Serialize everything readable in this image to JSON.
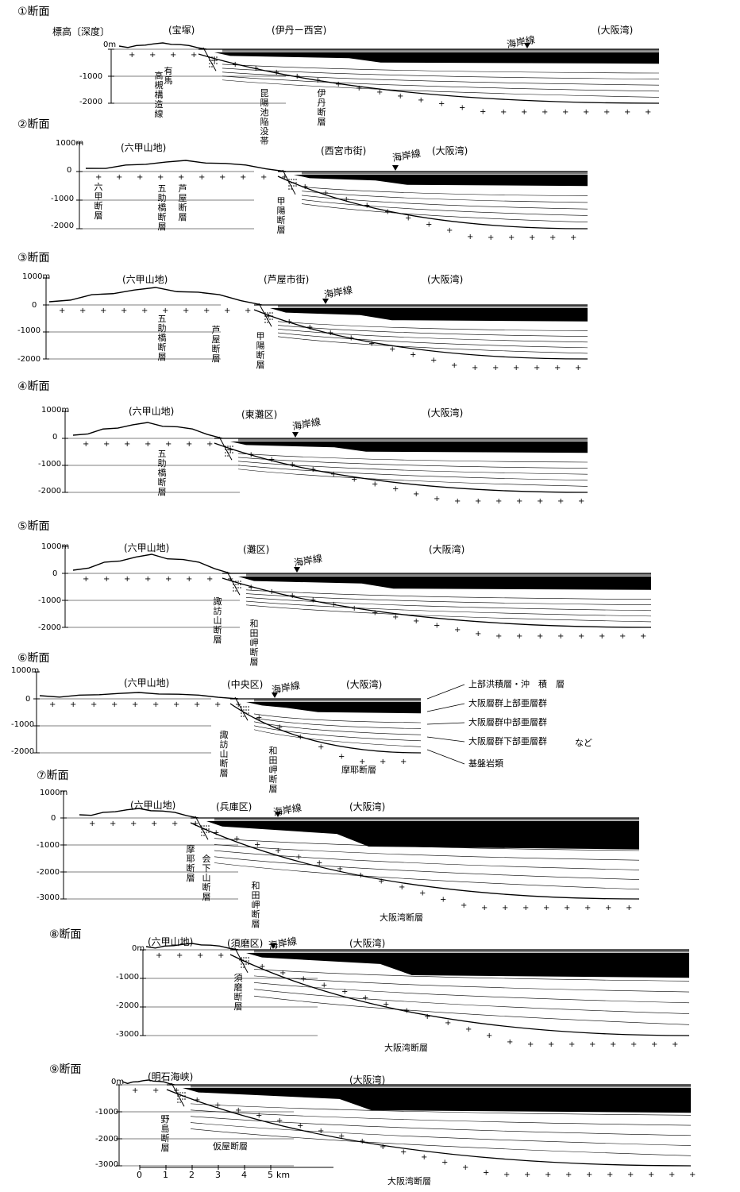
{
  "sections": [
    {
      "id": 1,
      "title": "①断面",
      "axis_title": "標高〔深度〕",
      "depth_ticks": [
        "0m",
        "-1000",
        "-2000"
      ],
      "places": [
        "(宝塚)",
        "(伊丹ー西宮)",
        "(大阪湾)"
      ],
      "coastline": "海岸線",
      "faults": [
        "有馬",
        "高槻構造線",
        "昆陽池陥没帯",
        "伊丹断層"
      ]
    },
    {
      "id": 2,
      "title": "②断面",
      "depth_ticks": [
        "1000m",
        "0",
        "-1000",
        "-2000"
      ],
      "places": [
        "(六甲山地)",
        "(西宮市街)",
        "(大阪湾)"
      ],
      "coastline": "海岸線",
      "faults": [
        "六甲断層",
        "五助橋断層",
        "芦屋断層",
        "甲陽断層"
      ]
    },
    {
      "id": 3,
      "title": "③断面",
      "depth_ticks": [
        "1000m",
        "0",
        "-1000",
        "-2000"
      ],
      "places": [
        "(六甲山地)",
        "(芦屋市街)",
        "(大阪湾)"
      ],
      "coastline": "海岸線",
      "faults": [
        "五助橋断層",
        "芦屋断層",
        "甲陽断層"
      ]
    },
    {
      "id": 4,
      "title": "④断面",
      "depth_ticks": [
        "1000m",
        "0",
        "-1000",
        "-2000"
      ],
      "places": [
        "(六甲山地)",
        "(東灘区)",
        "(大阪湾)"
      ],
      "coastline": "海岸線",
      "faults": [
        "五助橋断層"
      ]
    },
    {
      "id": 5,
      "title": "⑤断面",
      "depth_ticks": [
        "1000m",
        "0",
        "-1000",
        "-2000"
      ],
      "places": [
        "(六甲山地)",
        "(灘区)",
        "(大阪湾)"
      ],
      "coastline": "海岸線",
      "faults": [
        "諏訪山断層",
        "和田岬断層"
      ]
    },
    {
      "id": 6,
      "title": "⑥断面",
      "depth_ticks": [
        "1000m",
        "0",
        "-1000",
        "-2000"
      ],
      "places": [
        "(六甲山地)",
        "(中央区)",
        "(大阪湾)"
      ],
      "coastline": "海岸線",
      "faults": [
        "諏訪山断層",
        "和田岬断層",
        "摩耶断層"
      ],
      "legend": [
        "上部洪積層・沖　積　層",
        "大阪層群上部亜層群",
        "大阪層群中部亜層群",
        "大阪層群下部亜層群",
        "など",
        "基盤岩類"
      ]
    },
    {
      "id": 7,
      "title": "⑦断面",
      "depth_ticks": [
        "1000m",
        "0",
        "-1000",
        "-2000",
        "-3000"
      ],
      "places": [
        "(六甲山地)",
        "(兵庫区)",
        "(大阪湾)"
      ],
      "coastline": "海岸線",
      "faults": [
        "摩耶断層",
        "会下山断層",
        "和田岬断層",
        "大阪湾断層"
      ]
    },
    {
      "id": 8,
      "title": "⑧断面",
      "depth_ticks": [
        "0m",
        "-1000",
        "-2000",
        "-3000"
      ],
      "places": [
        "(六甲山地)",
        "(須磨区)",
        "(大阪湾)"
      ],
      "coastline": "海岸線",
      "faults": [
        "須磨断層",
        "大阪湾断層"
      ]
    },
    {
      "id": 9,
      "title": "⑨断面",
      "depth_ticks": [
        "0m",
        "-1000",
        "-2000",
        "-3000"
      ],
      "places": [
        "(明石海峡)",
        "(大阪湾)"
      ],
      "faults": [
        "野島断層",
        "仮屋断層",
        "大阪湾断層"
      ],
      "scale": [
        "0",
        "1",
        "2",
        "3",
        "4",
        "5",
        "km"
      ]
    }
  ],
  "colors": {
    "ink": "#000000",
    "paper": "#ffffff"
  }
}
